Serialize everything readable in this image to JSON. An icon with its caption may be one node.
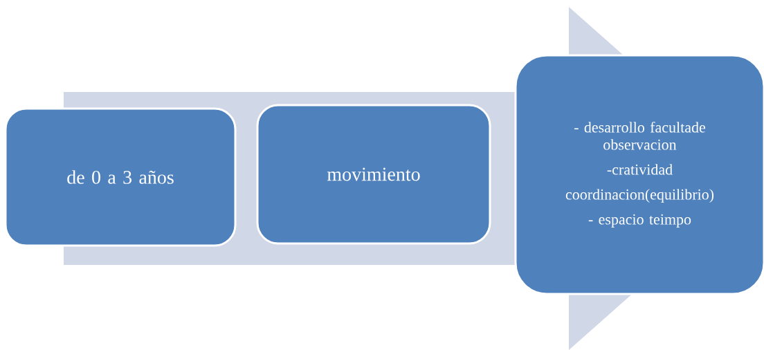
{
  "diagram": {
    "nodes": [
      {
        "text": [
          "de 0 a 3 años"
        ]
      },
      {
        "text": [
          "movimiento"
        ]
      },
      {
        "text": [
          "- desarrollo facultade observacion",
          "-cratividad",
          "coordinacion(equilibrio)",
          "- espacio teimpo"
        ]
      }
    ],
    "edges": [
      {
        "from": 0,
        "to": 2,
        "arrow": "to"
      }
    ]
  }
}
